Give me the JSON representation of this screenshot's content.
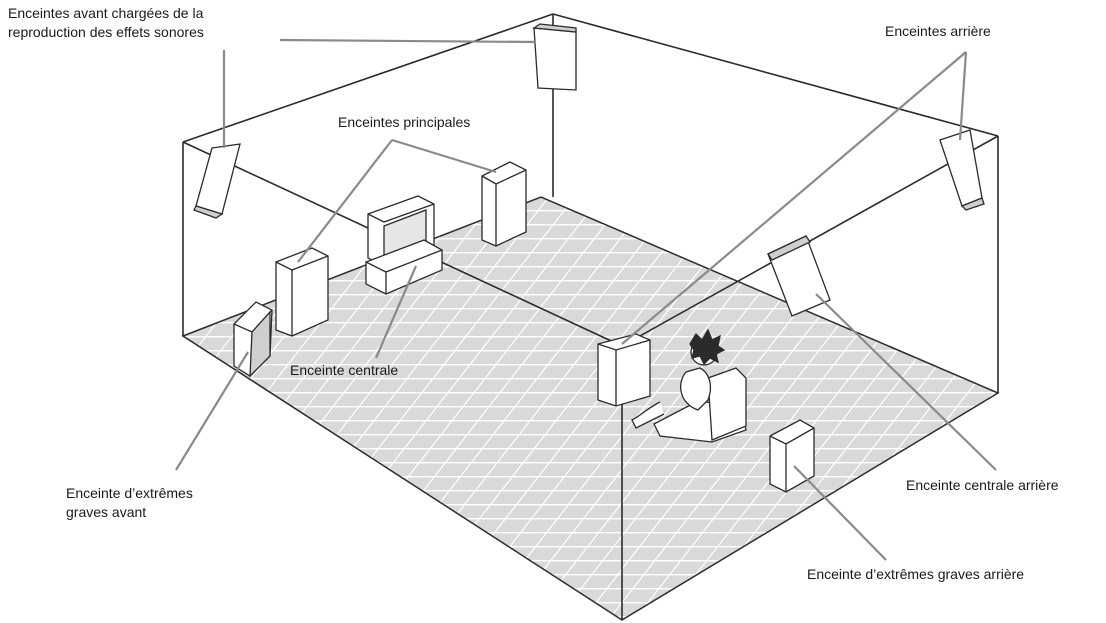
{
  "labels": {
    "front_effects": [
      "Enceintes avant chargées de la",
      "reproduction des effets sonores"
    ],
    "rear": "Enceintes arrière",
    "main": "Enceintes principales",
    "center": "Enceinte centrale",
    "sub_front": [
      "Enceinte d’extrêmes",
      "graves avant"
    ],
    "center_rear": "Enceinte centrale arrière",
    "sub_rear": "Enceinte d’extrêmes graves arrière"
  },
  "colors": {
    "outline": "#2b2b2b",
    "leader": "#8a8a8a",
    "floor": "#d9d9d9",
    "floor_grid": "#ffffff",
    "speaker": "#ffffff",
    "speaker_shade": "#cfcfcf"
  }
}
